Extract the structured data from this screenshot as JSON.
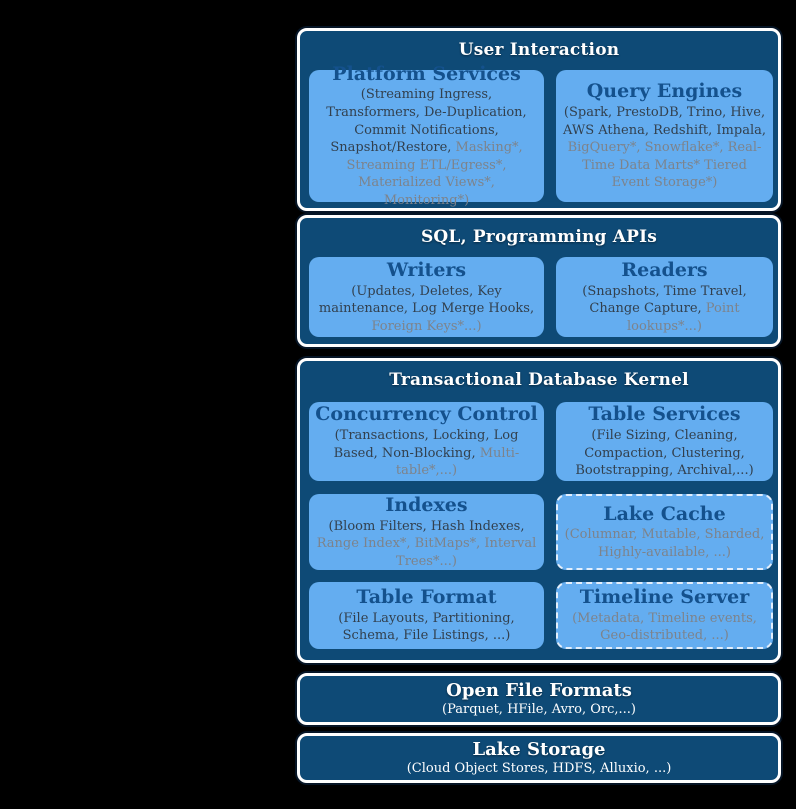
{
  "colors": {
    "background": "#000000",
    "panel_fill": "#0e4a76",
    "panel_border": "#ffffff",
    "box_fill": "#64adf0",
    "box_title_text": "#14518d",
    "body_text": "#32404e",
    "muted_text": "#7d838b",
    "header_text": "#ffffff"
  },
  "sections": {
    "user_interaction": {
      "title": "User Interaction",
      "boxes": {
        "platform_services": {
          "title": "Platform Services",
          "text": "(Streaming Ingress, Transformers, De-Duplication, Commit Notifications, Snapshot/Restore,",
          "muted": " Masking*, Streaming ETL/Egress*, Materialized Views*,  Monitoring*)"
        },
        "query_engines": {
          "title": "Query Engines",
          "text": "(Spark, PrestoDB, Trino, Hive, AWS Athena, Redshift, Impala,",
          "muted": " BigQuery*, Snowflake*, Real-Time Data Marts* Tiered Event Storage*)"
        }
      }
    },
    "sql_programming_apis": {
      "title": "SQL, Programming APIs",
      "boxes": {
        "writers": {
          "title": "Writers",
          "text": "(Updates, Deletes, Key maintenance, Log Merge Hooks,",
          "muted": " Foreign Keys*...)"
        },
        "readers": {
          "title": "Readers",
          "text": "(Snapshots, Time Travel, Change Capture,",
          "muted": " Point lookups*...)"
        }
      }
    },
    "transactional_database_kernel": {
      "title": "Transactional Database Kernel",
      "boxes": {
        "concurrency_control": {
          "title": "Concurrency Control",
          "text": "(Transactions, Locking, Log Based, Non-Blocking,",
          "muted": " Multi-table*,...)"
        },
        "table_services": {
          "title": "Table Services",
          "text": "(File Sizing, Cleaning, Compaction, Clustering, Bootstrapping, Archival,...)",
          "muted": ""
        },
        "indexes": {
          "title": "Indexes",
          "text": "(Bloom Filters, Hash Indexes,",
          "muted": " Range Index*, BitMaps*, Interval Trees*...)"
        },
        "lake_cache": {
          "title": "Lake Cache",
          "text": "",
          "muted": "(Columnar, Mutable, Sharded, Highly-available, ...)"
        },
        "table_format": {
          "title": "Table Format",
          "text": "(File Layouts, Partitioning, Schema, File Listings, ...)",
          "muted": ""
        },
        "timeline_server": {
          "title": "Timeline Server",
          "text": "",
          "muted": "(Metadata, Timeline events, Geo-distributed, ...)"
        }
      }
    },
    "open_file_formats": {
      "title": "Open File Formats",
      "subtitle": "(Parquet, HFile, Avro, Orc,...)"
    },
    "lake_storage": {
      "title": "Lake Storage",
      "subtitle": "(Cloud Object Stores, HDFS, Alluxio, ...)"
    }
  }
}
